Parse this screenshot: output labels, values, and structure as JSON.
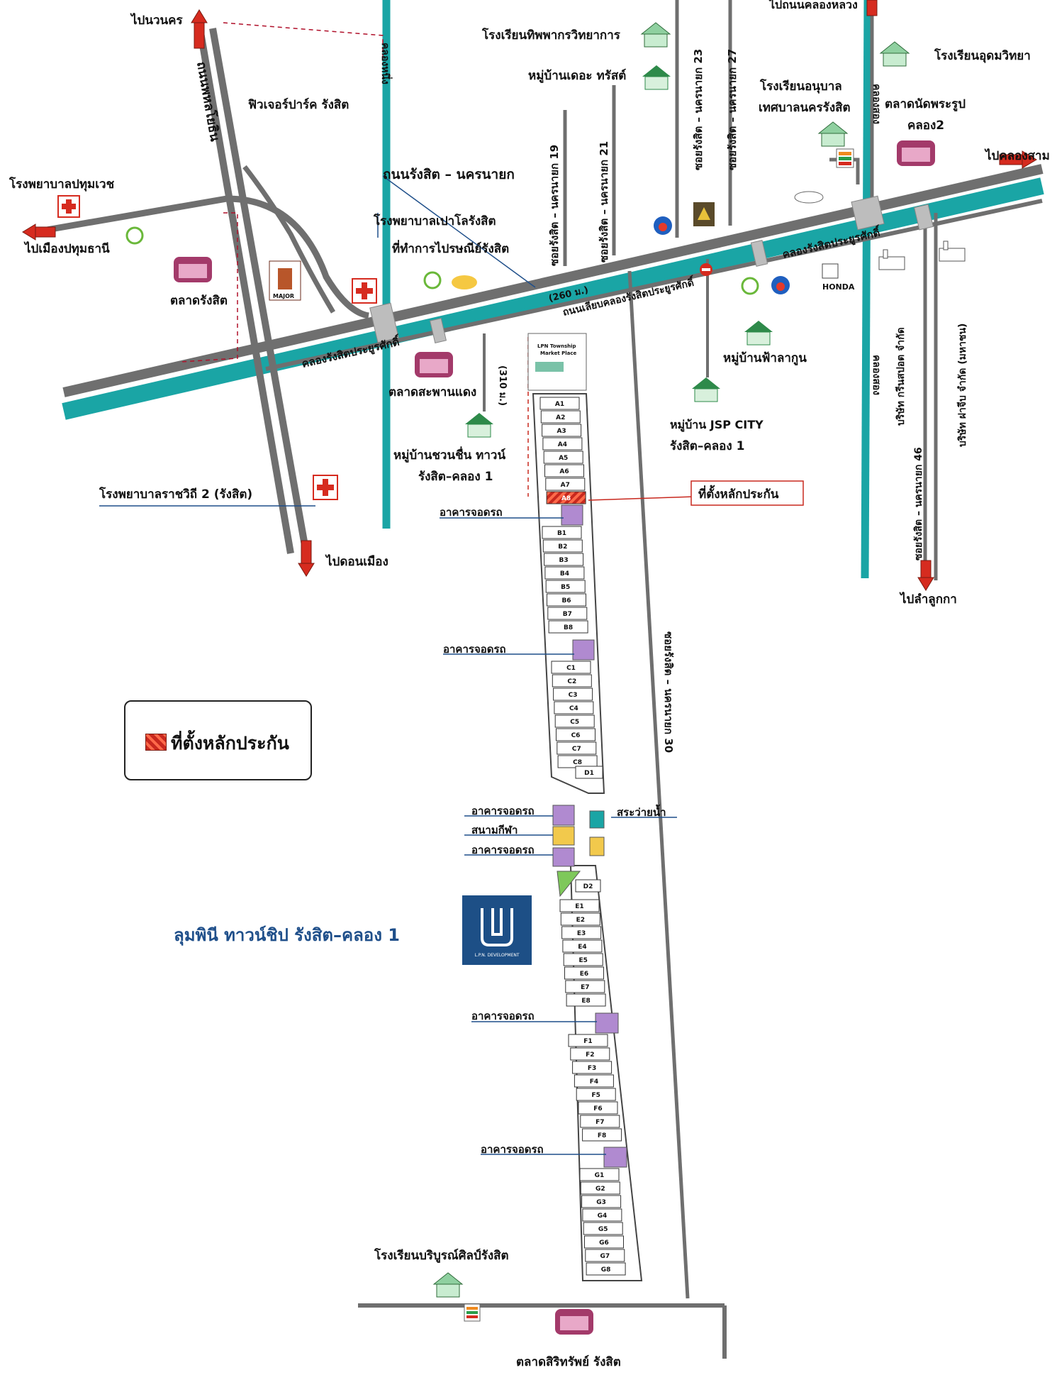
{
  "labels": {
    "to_wanakhon": "ไปนวนคร",
    "phahon_yothin": "ถนนพหลโยธิน",
    "future_park": "ฟิวเจอร์ปาร์ค รังสิต",
    "khlong_nueng": "คลองหนึ่ง",
    "hosp_pathumwet": "โรงพยาบาลปทุมเวช",
    "to_mueang_pathum": "ไปเมืองปทุมธานี",
    "talat_rangsit": "ตลาดรังสิต",
    "hosp_paolo": "โรงพยาบาลเปาโลรังสิต",
    "post_office": "ที่ทำการไปรษณีย์รังสิต",
    "road_rangsit_nakhonnayok": "ถนนรังสิต – นครนายก",
    "dist_260": "(260 ม.)",
    "dist_310": "(310 ม.)",
    "canal_rangsit": "คลองรังสิตประยูรศักดิ์",
    "canal_rangsit_2": "คลองรังสิตประยูรศักดิ์",
    "frontage_road": "ถนนเลียบคลองรังสิตประยูรศักดิ์",
    "talat_saphan_daeng": "ตลาดสะพานแดง",
    "village_chuanchuen_1": "หมู่บ้านชวนชื่น ทาวน์",
    "village_chuanchuen_2": "รังสิต–คลอง 1",
    "hosp_ratchawithi": "โรงพยาบาลราชวิถี 2 (รังสิต)",
    "to_don_mueang": "ไปดอนเมือง",
    "school_thippakorn": "โรงเรียนทิพพากรวิทยาการ",
    "village_the_trust": "หมู่บ้านเดอะ ทรัสต์",
    "soi_19": "ซอยรังสิต – นครนายก 19",
    "soi_21": "ซอยรังสิต – นครนายก 21",
    "soi_23": "ซอยรังสิต – นครนายก 23",
    "soi_27": "ซอยรังสิต – นครนายก 27",
    "to_khlong_luang": "ไปถนนคลองหลวง",
    "school_udom": "โรงเรียนอุดมวิทยา",
    "school_anuban_1": "โรงเรียนอนุบาล",
    "school_anuban_2": "เทศบาลนครรังสิต",
    "khlong_song": "คลองสอง",
    "khlong_song_2": "คลองสอง",
    "talat_phra_rup_1": "ตลาดนัดพระรูป",
    "talat_phra_rup_2": "คลอง2",
    "to_khlong_sam": "ไปคลองสาม",
    "village_fa_la_kun": "หมู่บ้านฟ้าลากูน",
    "village_jsp_1": "หมู่บ้าน JSP CITY",
    "village_jsp_2": "รังสิต–คลอง 1",
    "green_spot": "บริษัท กรีนสปอต จำกัด",
    "soi_46": "ซอยรังสิต – นครนายก 46",
    "fa_chip": "บริษัท ฝาจีบ จำกัด (มหาชน)",
    "to_lam_luk_ka": "ไปลำลูกกา",
    "honda": "HONDA",
    "collateral_location": "ที่ตั้งหลักประกัน",
    "parking_1": "อาคารจอดรถ",
    "parking_2": "อาคารจอดรถ",
    "parking_3": "อาคารจอดรถ",
    "parking_4": "อาคารจอดรถ",
    "parking_5": "อาคารจอดรถ",
    "parking_6": "อาคารจอดรถ",
    "stadium": "สนามกีฬา",
    "pool": "สระว่ายน้ำ",
    "soi_30": "ซอยรังสิต – นครนายก 30",
    "school_boriboon": "โรงเรียนบริบูรณ์ศิลป์รังสิต",
    "talat_sirirat": "ตลาดสิริทรัพย์ รังสิต",
    "lpn_township_1": "LPN Township",
    "lpn_township_2": "Market Place",
    "major": "MAJOR"
  },
  "legend": {
    "label": "ที่ตั้งหลักประกัน"
  },
  "project_name": "ลุมพินี ทาวน์ชิป รังสิต–คลอง 1",
  "logo_text": "L.P.N. DEVELOPMENT",
  "buildings": [
    "A1",
    "A2",
    "A3",
    "A4",
    "A5",
    "A6",
    "A7",
    "A8",
    "B1",
    "B2",
    "B3",
    "B4",
    "B5",
    "B6",
    "B7",
    "B8",
    "C1",
    "C2",
    "C3",
    "C4",
    "C5",
    "C6",
    "C7",
    "C8",
    "D1",
    "D2",
    "E1",
    "E2",
    "E3",
    "E4",
    "E5",
    "E6",
    "E7",
    "E8",
    "F1",
    "F2",
    "F3",
    "F4",
    "F5",
    "F6",
    "F7",
    "F8",
    "G1",
    "G2",
    "G3",
    "G4",
    "G5",
    "G6",
    "G7",
    "G8"
  ],
  "highlight_building": "A8",
  "colors": {
    "canal": "#1aa5a5",
    "road": "#6f6f6f",
    "parking": "#b08ad0",
    "stadium": "#f2c94c",
    "pool": "#1aa5a5",
    "highlight": "#c8281e",
    "arrow": "#d62b1f",
    "label_blue": "#1f4f8a"
  }
}
